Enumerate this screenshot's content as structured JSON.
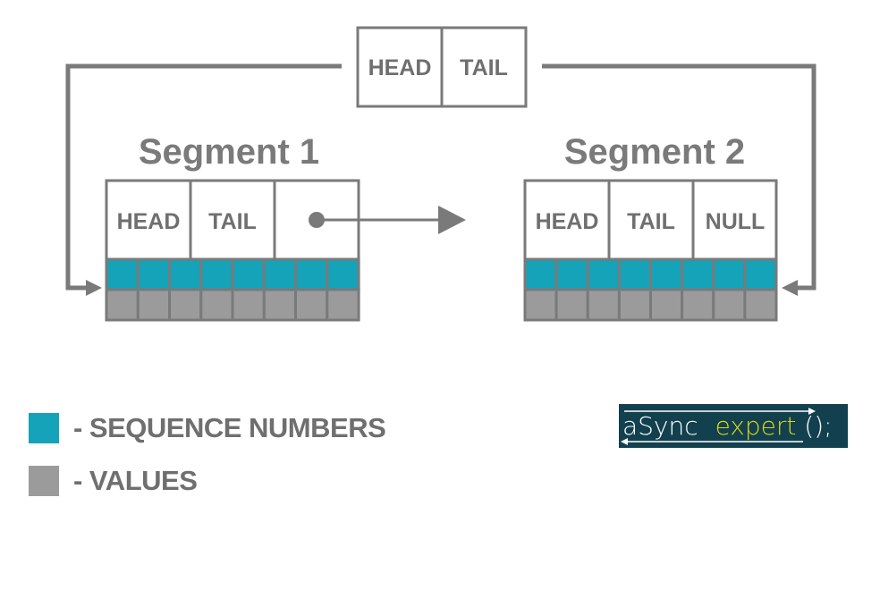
{
  "colors": {
    "sequence": "#14a3b8",
    "value": "#9b9b9b",
    "line": "#7a7a7a",
    "logo_bg": "#12404f",
    "logo_accent": "#d9d81a"
  },
  "top_node": {
    "cells": [
      "HEAD",
      "TAIL"
    ]
  },
  "segments": [
    {
      "title": "Segment 1",
      "cells": [
        "HEAD",
        "TAIL",
        ""
      ],
      "slots": 8
    },
    {
      "title": "Segment 2",
      "cells": [
        "HEAD",
        "TAIL",
        "NULL"
      ],
      "slots": 8
    }
  ],
  "legend": [
    {
      "label": "- SEQUENCE NUMBERS",
      "color": "sequence"
    },
    {
      "label": "- VALUES",
      "color": "value"
    }
  ],
  "logo": {
    "part1": "aSync",
    "part2": "expert",
    "part3": "();"
  }
}
